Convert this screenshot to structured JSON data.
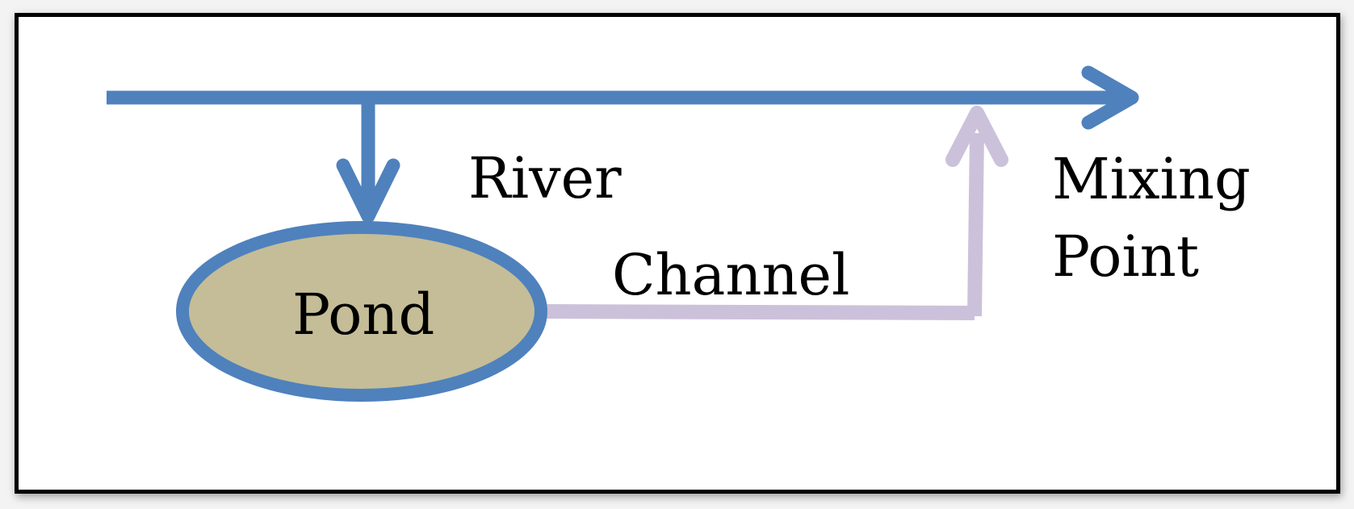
{
  "diagram": {
    "labels": {
      "river": "River",
      "pond": "Pond",
      "channel": "Channel",
      "mixing_line1": "Mixing",
      "mixing_line2": "Point"
    },
    "colors": {
      "river": "#4f81bd",
      "channel": "#ccc1da",
      "pond_fill": "#c4bd97",
      "pond_stroke": "#4f81bd",
      "frame": "#000000",
      "text": "#000000"
    }
  }
}
